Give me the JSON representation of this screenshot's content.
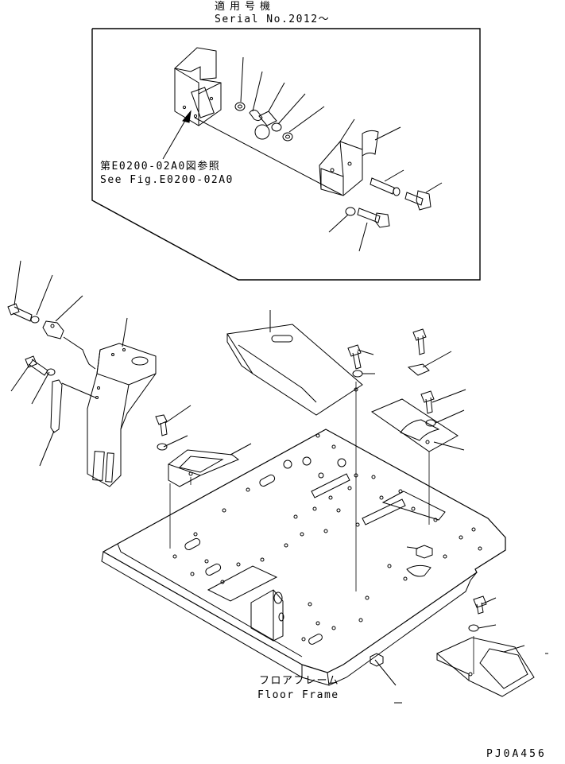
{
  "header": {
    "applicable_jp": "適用号機",
    "serial": "Serial No.2012～"
  },
  "inset": {
    "reference_jp": "第E0200-02A0図参照",
    "reference_en": "See Fig.E0200-02A0"
  },
  "main": {
    "floor_frame_jp": "フロアフレーム",
    "floor_frame_en": "Floor Frame"
  },
  "footer": {
    "figure_id": "PJ0A456"
  }
}
